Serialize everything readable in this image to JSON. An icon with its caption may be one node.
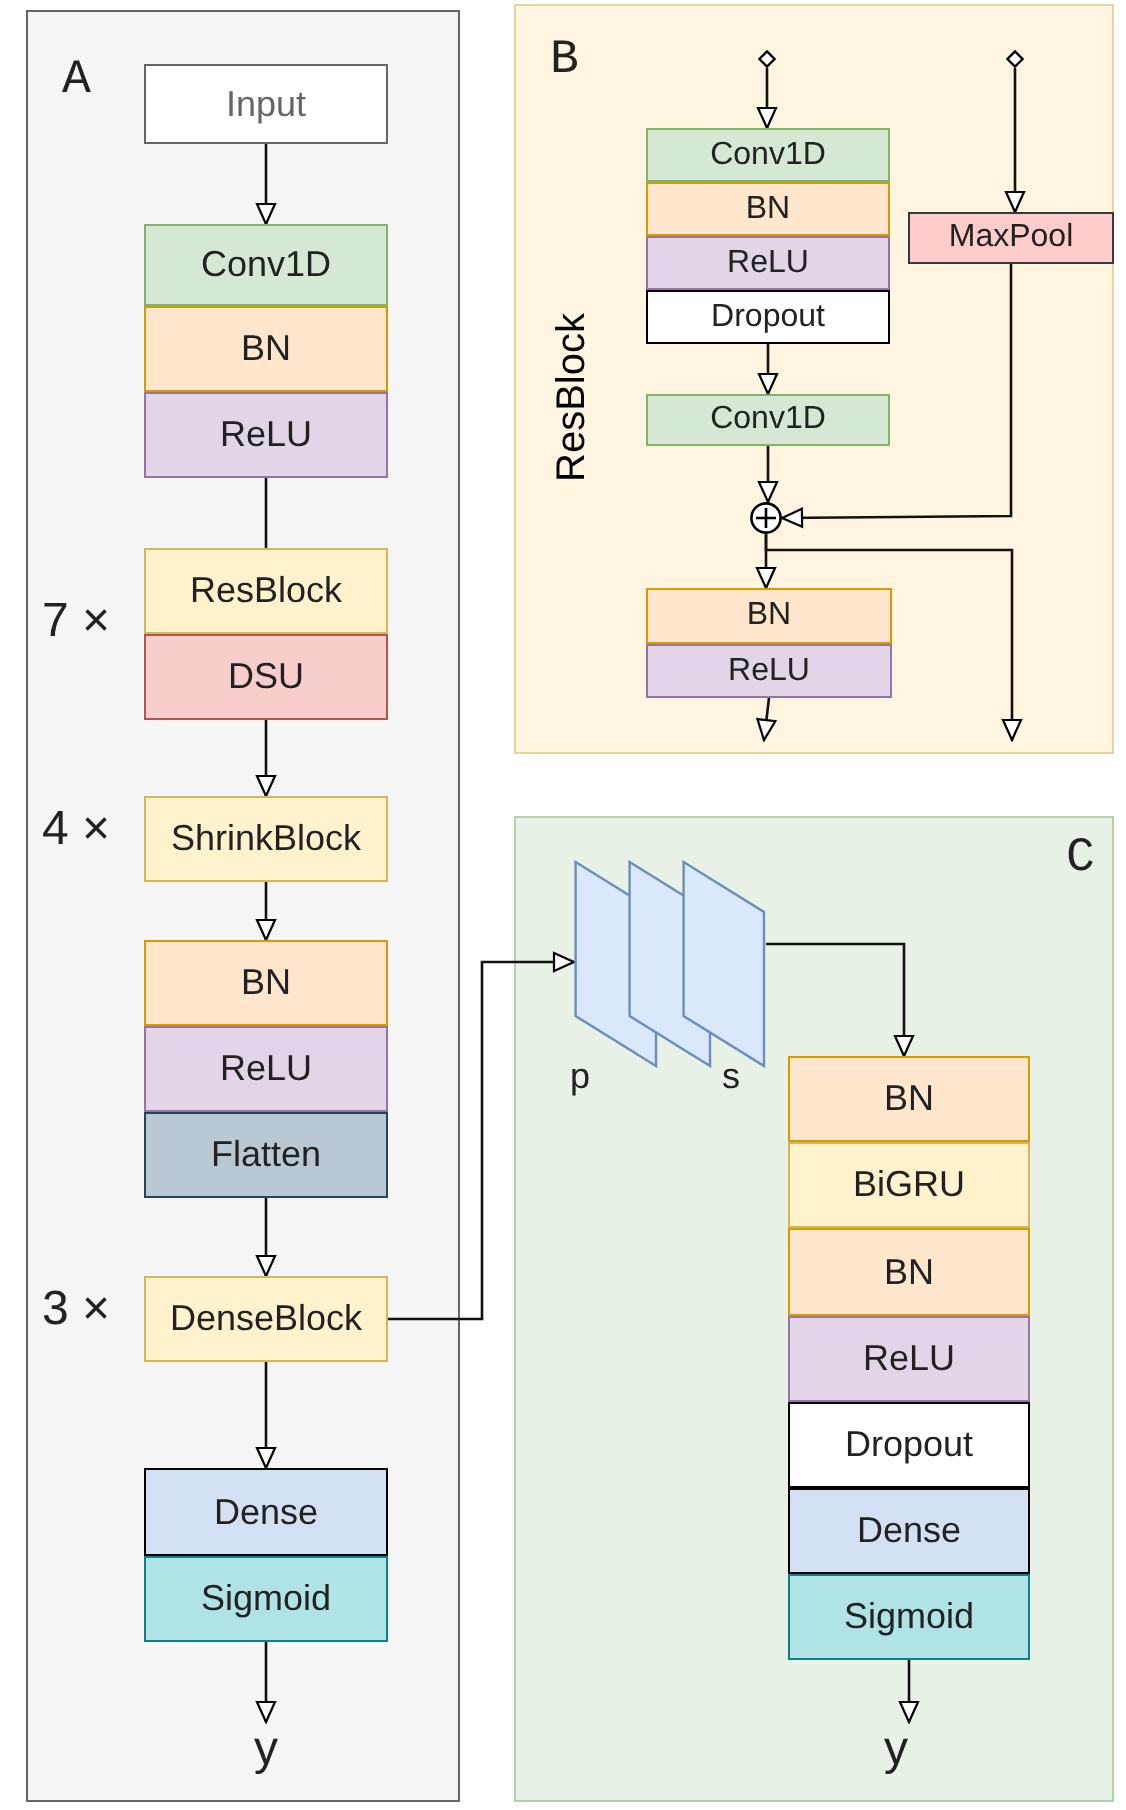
{
  "diagram": {
    "nodes": [
      {
        "text": [
          "A"
        ]
      },
      {
        "text": [
          "Input"
        ],
        "in": 0
      },
      {
        "text": [
          "Conv1D"
        ],
        "in": 0
      },
      {
        "text": [
          "BN"
        ],
        "in": 0
      },
      {
        "text": [
          "ReLU"
        ],
        "in": 0
      },
      {
        "text": [
          "ResBlock"
        ],
        "in": 0,
        "beside": [
          "7 ×"
        ]
      },
      {
        "text": [
          "DSU"
        ],
        "in": 0
      },
      {
        "text": [
          "ShrinkBlock"
        ],
        "in": 0,
        "beside": [
          "4 ×"
        ]
      },
      {
        "text": [
          "BN"
        ],
        "in": 0
      },
      {
        "text": [
          "ReLU"
        ],
        "in": 0
      },
      {
        "text": [
          "Flatten"
        ],
        "in": 0
      },
      {
        "text": [
          "DenseBlock"
        ],
        "in": 0,
        "beside": [
          "3 ×"
        ]
      },
      {
        "text": [
          "Dense"
        ],
        "in": 0
      },
      {
        "text": [
          "Sigmoid"
        ],
        "in": 0
      },
      {
        "text": [
          "y"
        ],
        "in": 0
      },
      {
        "text": [
          "B",
          "ResBlock"
        ]
      },
      {
        "text": [],
        "shape": "diamond",
        "in": 15
      },
      {
        "text": [],
        "shape": "diamond",
        "in": 15
      },
      {
        "text": [
          "Conv1D"
        ],
        "in": 15
      },
      {
        "text": [
          "BN"
        ],
        "in": 15
      },
      {
        "text": [
          "ReLU"
        ],
        "in": 15
      },
      {
        "text": [
          "Dropout"
        ],
        "in": 15
      },
      {
        "text": [
          "MaxPool"
        ],
        "in": 15
      },
      {
        "text": [
          "Conv1D"
        ],
        "in": 15
      },
      {
        "text": [],
        "shape": "circle",
        "in": 15
      },
      {
        "text": [
          "BN"
        ],
        "in": 15
      },
      {
        "text": [
          "ReLU"
        ],
        "in": 15
      },
      {
        "text": [
          "C"
        ]
      },
      {
        "text": [],
        "shape": "picture",
        "in": 27,
        "beside": [
          "p",
          "s"
        ]
      },
      {
        "text": [
          "BN"
        ],
        "in": 27
      },
      {
        "text": [
          "BiGRU"
        ],
        "in": 27
      },
      {
        "text": [
          "BN"
        ],
        "in": 27
      },
      {
        "text": [
          "ReLU"
        ],
        "in": 27
      },
      {
        "text": [
          "Dropout"
        ],
        "in": 27
      },
      {
        "text": [
          "Dense"
        ],
        "in": 27
      },
      {
        "text": [
          "Sigmoid"
        ],
        "in": 27
      },
      {
        "text": [
          "y"
        ],
        "in": 27
      }
    ],
    "edges": [
      {
        "from": 1,
        "to": 2,
        "arrow": "to"
      },
      {
        "from": 4,
        "to": 5,
        "arrow": "none"
      },
      {
        "from": 6,
        "to": 7,
        "arrow": "to"
      },
      {
        "from": 7,
        "to": 8,
        "arrow": "to"
      },
      {
        "from": 10,
        "to": 11,
        "arrow": "to"
      },
      {
        "from": 11,
        "to": 12,
        "arrow": "to"
      },
      {
        "from": 13,
        "to": 14,
        "arrow": "to"
      },
      {
        "from": 11,
        "to": 28,
        "arrow": "to"
      },
      {
        "from": 28,
        "to": 29,
        "arrow": "to"
      },
      {
        "from": 35,
        "to": 36,
        "arrow": "to"
      },
      {
        "from": 16,
        "to": 18,
        "arrow": "to"
      },
      {
        "from": 17,
        "to": 22,
        "arrow": "to"
      },
      {
        "from": 21,
        "to": 23,
        "arrow": "to"
      },
      {
        "from": 23,
        "to": 24,
        "arrow": "to"
      },
      {
        "from": 22,
        "to": 24,
        "arrow": "to"
      },
      {
        "from": 24,
        "to": 25,
        "arrow": "to"
      },
      {
        "from": 24,
        "to": null,
        "arrow": "to"
      },
      {
        "from": 26,
        "to": null,
        "arrow": "to"
      }
    ]
  }
}
